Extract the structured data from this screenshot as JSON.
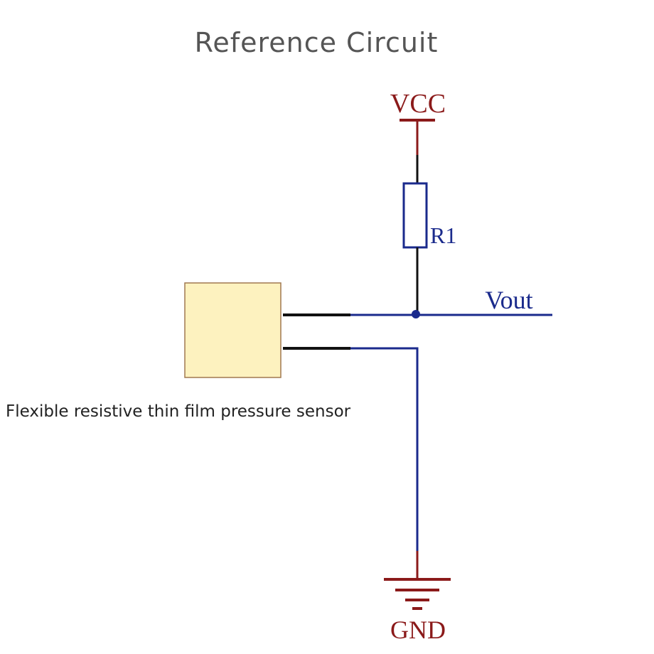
{
  "title": "Reference Circuit",
  "labels": {
    "vcc": "VCC",
    "resistor": "R1",
    "output": "Vout",
    "ground": "GND",
    "sensor": "Flexible resistive thin film pressure sensor"
  },
  "colors": {
    "power_rail": "#8b1a1a",
    "wire": "#1a2a8c",
    "lead": "#111111",
    "sensor_fill": "#fdf2bf",
    "sensor_border": "#a07850",
    "title_text": "#555555"
  }
}
